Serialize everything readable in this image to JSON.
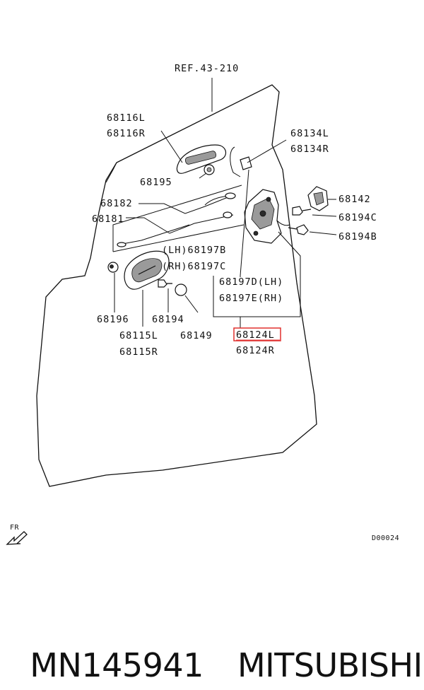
{
  "diagram": {
    "ref_label": "REF.43-210",
    "labels": {
      "p68116L": "68116L",
      "p68116R": "68116R",
      "p68195": "68195",
      "p68182": "68182",
      "p68181": "68181",
      "p68134L": "68134L",
      "p68134R": "68134R",
      "p68142": "68142",
      "p68194C": "68194C",
      "p68194B": "68194B",
      "p68197B": "(LH)68197B",
      "p68197C": "(RH)68197C",
      "p68197D": "68197D(LH)",
      "p68197E": "68197E(RH)",
      "p68124L": "68124L",
      "p68124R": "68124R",
      "p68196": "68196",
      "p68194": "68194",
      "p68149": "68149",
      "p68115L": "68115L",
      "p68115R": "68115R"
    },
    "highlight_color": "#e0302f",
    "direction_label": "FR",
    "diagram_code": "D00024"
  },
  "footer": {
    "part_number": "MN145941",
    "brand": "MITSUBISHI"
  }
}
